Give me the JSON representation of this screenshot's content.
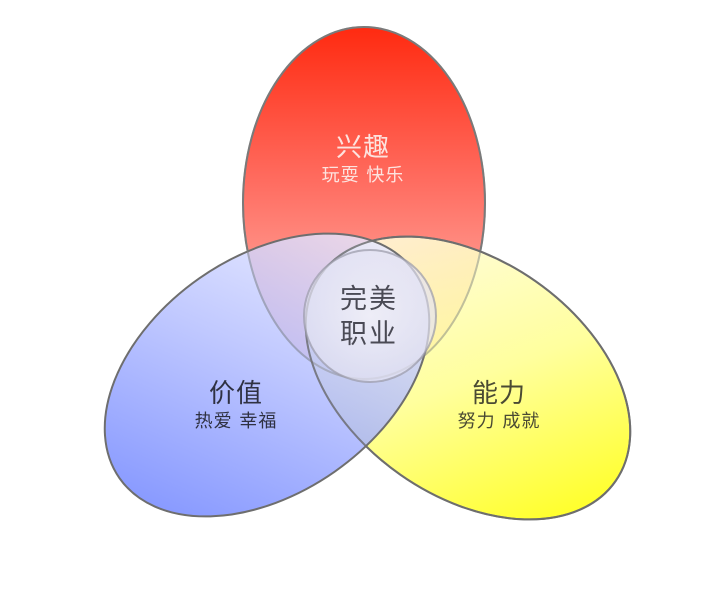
{
  "diagram": {
    "type": "venn",
    "sets": [
      {
        "id": "interest",
        "title": "兴趣",
        "subtitle": "玩耍 快乐",
        "color": "#ff2a10",
        "text_color": "#fde3df"
      },
      {
        "id": "value",
        "title": "价值",
        "subtitle": "热爱 幸福",
        "color": "#6f86ff",
        "text_color": "#2f3142"
      },
      {
        "id": "ability",
        "title": "能力",
        "subtitle": "努力 成就",
        "color": "#ffff00",
        "text_color": "#4a4a33"
      }
    ],
    "intersection": {
      "line1": "完美",
      "line2": "职业"
    },
    "outline_color": "#6e6e6e"
  }
}
